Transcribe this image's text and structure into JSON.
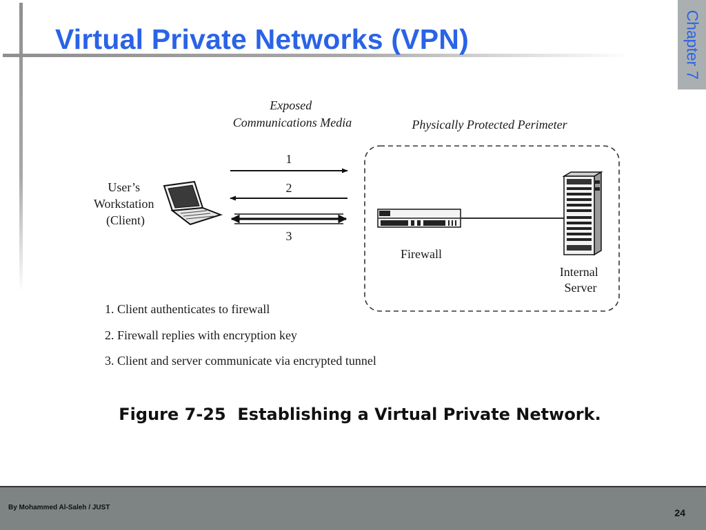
{
  "slide": {
    "title": "Virtual Private Networks (VPN)",
    "chapter_tab": "Chapter 7",
    "caption": "Figure 7-25  Establishing a Virtual Private Network.",
    "footer_author": "By Mohammed Al-Saleh / JUST",
    "page_number": "24"
  },
  "diagram": {
    "exposed_media_label": [
      "Exposed",
      "Communications Media"
    ],
    "perimeter_label": "Physically Protected Perimeter",
    "workstation_label": [
      "User’s",
      "Workstation",
      "(Client)"
    ],
    "arrows": [
      {
        "label": "1",
        "direction": "to-perimeter"
      },
      {
        "label": "2",
        "direction": "to-client"
      },
      {
        "label": "3",
        "direction": "both"
      }
    ],
    "firewall_label": "Firewall",
    "server_label": [
      "Internal",
      "Server"
    ],
    "steps": [
      "1. Client authenticates to firewall",
      "2. Firewall replies with encryption key",
      "3. Client and server communicate via encrypted tunnel"
    ]
  }
}
